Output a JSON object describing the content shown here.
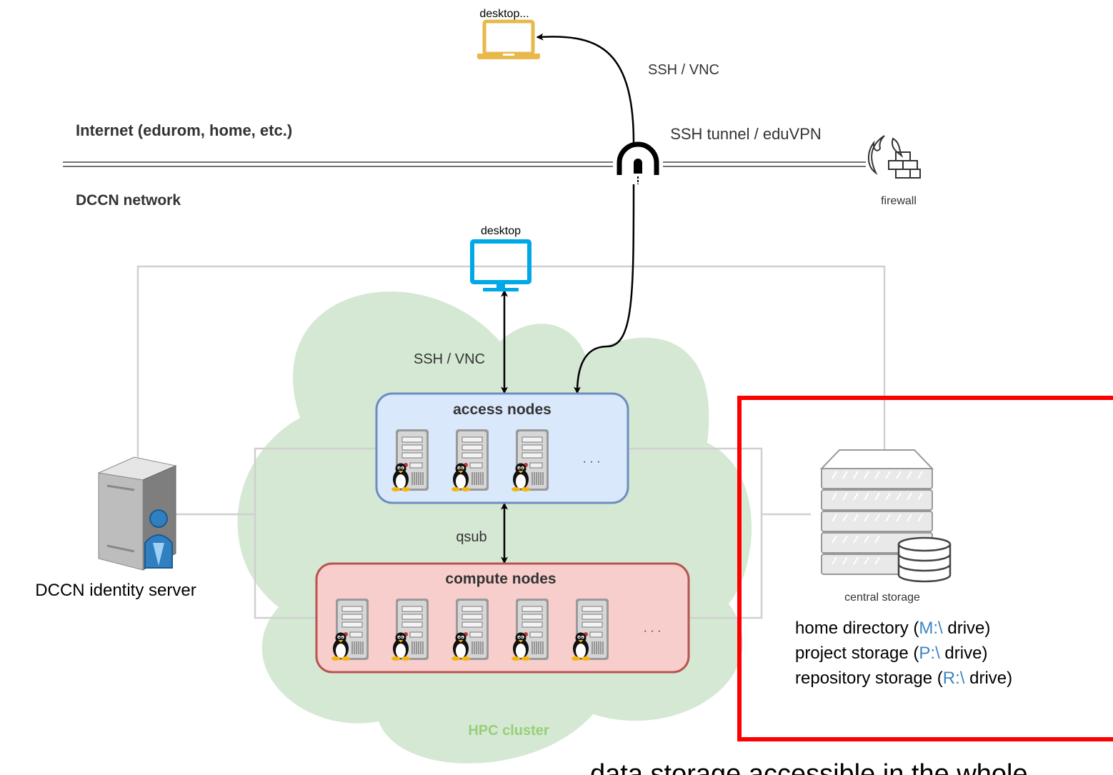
{
  "zones": {
    "internet": "Internet (edurom, home, etc.)",
    "dccn_network": "DCCN network",
    "hpc_cluster": "HPC cluster"
  },
  "remote_desktop": {
    "label": "desktop..."
  },
  "local_desktop": {
    "label": "desktop"
  },
  "firewall": {
    "label": "firewall"
  },
  "tunnel": {
    "label": "SSH tunnel / eduVPN"
  },
  "connections": {
    "remote_ssh_vnc": "SSH / VNC",
    "local_ssh_vnc": "SSH / VNC",
    "qsub": "qsub"
  },
  "access_nodes": {
    "title": "access nodes",
    "more": "· · ·"
  },
  "compute_nodes": {
    "title": "compute nodes",
    "more": "· · ·"
  },
  "identity_server": {
    "label": "DCCN identity server"
  },
  "central_storage": {
    "label": "central storage",
    "items": [
      {
        "prefix": "home directory (",
        "drive": "M:\\",
        "suffix": " drive)"
      },
      {
        "prefix": "project storage (",
        "drive": "P:\\",
        "suffix": " drive)"
      },
      {
        "prefix": "repository storage (",
        "drive": "R:\\",
        "suffix": " drive)"
      }
    ]
  },
  "caption": "data storage accessible in the whole",
  "colors": {
    "cloud": "#d5e8d4",
    "cloud_text": "#97d077",
    "access_fill": "#dae8fc",
    "access_stroke": "#6c8ebf",
    "compute_fill": "#f8cecc",
    "compute_stroke": "#b85450",
    "drive_letter": "#3d85c6",
    "highlight": "#ff0000",
    "desktop": "#00a8e8",
    "laptop": "#e8b84a"
  }
}
